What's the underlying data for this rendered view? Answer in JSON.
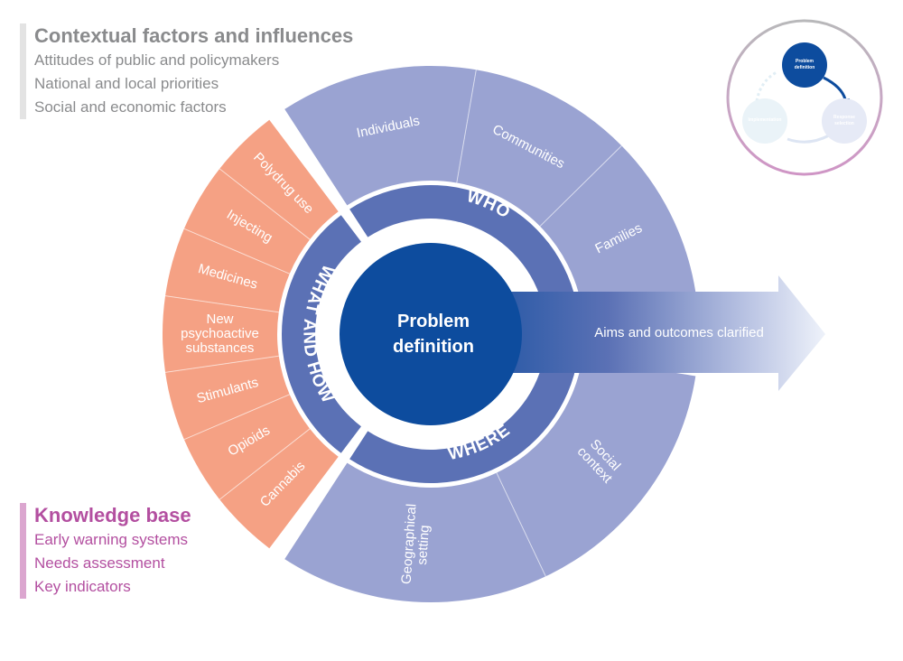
{
  "contextual": {
    "title": "Contextual factors and influences",
    "items": [
      "Attitudes of public and policymakers",
      "National and local priorities",
      "Social and economic factors"
    ]
  },
  "knowledge": {
    "title": "Knowledge base",
    "items": [
      "Early warning systems",
      "Needs assessment",
      "Key indicators"
    ]
  },
  "center": {
    "line1": "Problem",
    "line2": "definition"
  },
  "arrow": {
    "label": "Aims and outcomes clarified"
  },
  "rings": {
    "who": {
      "label": "WHO",
      "segments": [
        "Individuals",
        "Communities",
        "Families"
      ]
    },
    "where": {
      "label": "WHERE",
      "segments": [
        "Social context",
        "Geographical setting"
      ]
    },
    "what_and_how": {
      "label": "WHAT AND HOW",
      "segments": [
        "Cannabis",
        "Opioids",
        "Stimulants",
        "New psychoactive substances",
        "Medicines",
        "Injecting",
        "Polydrug use"
      ]
    }
  },
  "cycle": {
    "steps": [
      "Problem definition",
      "Response selection",
      "Implementation"
    ],
    "active": "Problem definition"
  },
  "colors": {
    "center_blue": "#0d4c9e",
    "ring_blue": "#5b71b5",
    "segment_lavender": "#9aa3d2",
    "segment_salmon": "#f5a184",
    "context_gray": "#8a8b8d",
    "knowledge_magenta": "#b34fa0"
  }
}
